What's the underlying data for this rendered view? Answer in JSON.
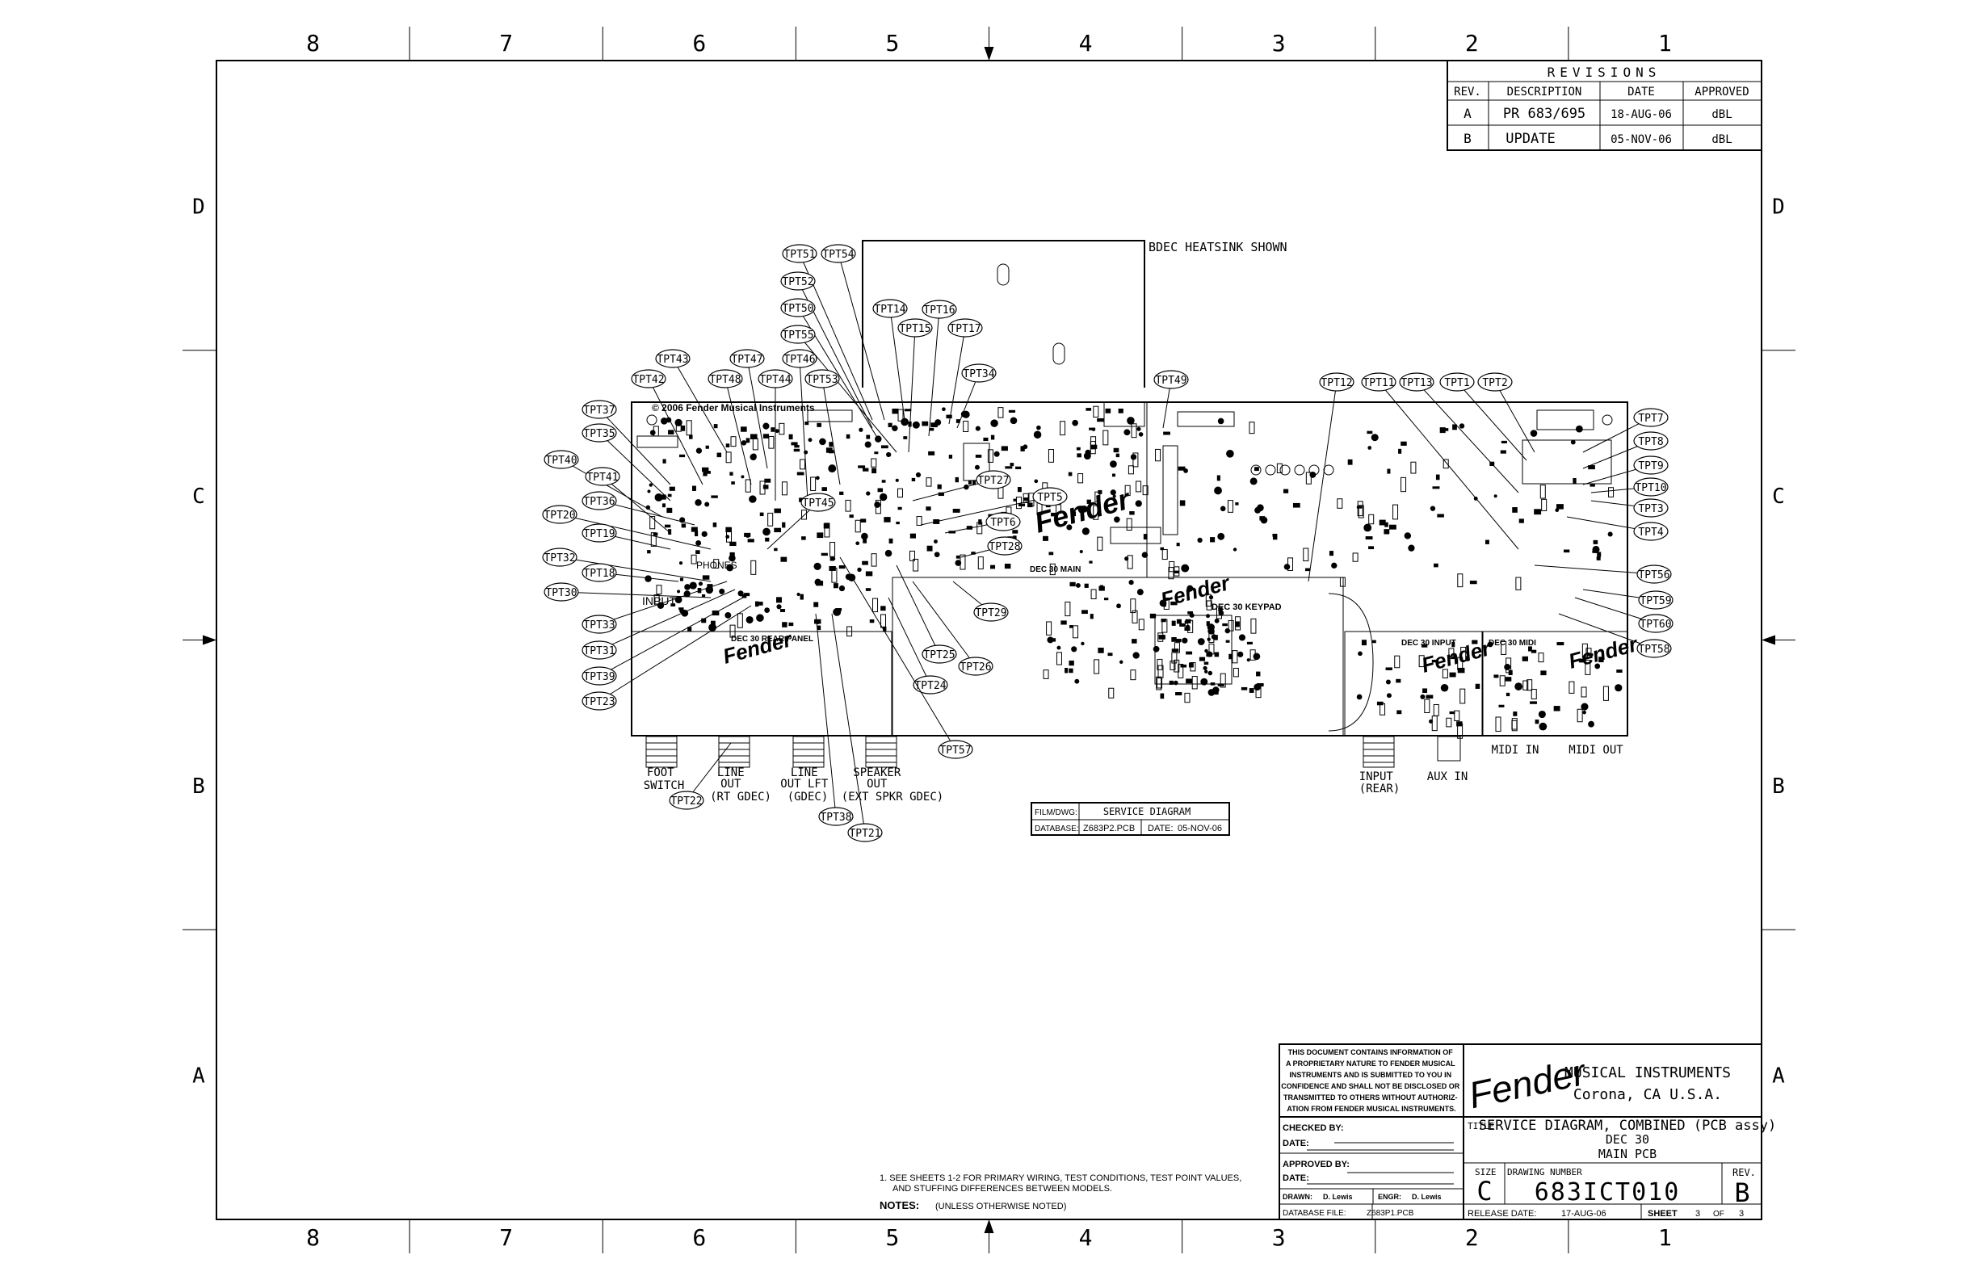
{
  "zones_columns": [
    "8",
    "7",
    "6",
    "5",
    "4",
    "3",
    "2",
    "1"
  ],
  "zones_rows": [
    "D",
    "C",
    "B",
    "A"
  ],
  "revisions": {
    "title": "REVISIONS",
    "headers": [
      "REV.",
      "DESCRIPTION",
      "DATE",
      "APPROVED"
    ],
    "rows": [
      [
        "A",
        "PR 683/695",
        "18-AUG-06",
        "dBL"
      ],
      [
        "B",
        "UPDATE",
        "05-NOV-06",
        "dBL"
      ]
    ]
  },
  "heatsink_label": "BDEC HEATSINK SHOWN",
  "copyright": "© 2006 Fender Musical Instruments",
  "board_labels": {
    "main": "DEC 30 MAIN",
    "keypad": "DEC 30 KEYPAD",
    "rear_panel": "DEC 30 REAR PANEL",
    "input_board": "DEC 30 INPUT",
    "midi_board": "DEC 30 MIDI",
    "phones": "PHONES",
    "input": "INPUT"
  },
  "logo_text": "Fender",
  "test_points": [
    "TPT51",
    "TPT54",
    "TPT52",
    "TPT50",
    "TPT55",
    "TPT14",
    "TPT16",
    "TPT15",
    "TPT17",
    "TPT34",
    "TPT43",
    "TPT42",
    "TPT47",
    "TPT48",
    "TPT44",
    "TPT46",
    "TPT53",
    "TPT49",
    "TPT12",
    "TPT11",
    "TPT13",
    "TPT1",
    "TPT2",
    "TPT37",
    "TPT35",
    "TPT40",
    "TPT41",
    "TPT36",
    "TPT20",
    "TPT19",
    "TPT32",
    "TPT18",
    "TPT30",
    "TPT33",
    "TPT31",
    "TPT39",
    "TPT23",
    "TPT45",
    "TPT27",
    "TPT5",
    "TPT6",
    "TPT28",
    "TPT29",
    "TPT25",
    "TPT26",
    "TPT24",
    "TPT57",
    "TPT22",
    "TPT38",
    "TPT21",
    "TPT7",
    "TPT8",
    "TPT9",
    "TPT10",
    "TPT3",
    "TPT4",
    "TPT56",
    "TPT59",
    "TPT60",
    "TPT58"
  ],
  "connectors": {
    "foot_switch": [
      "FOOT",
      "SWITCH"
    ],
    "line_out_rt": [
      "LINE",
      "OUT",
      "(RT GDEC)"
    ],
    "line_out_lft": [
      "LINE",
      "OUT LFT",
      "(GDEC)"
    ],
    "speaker_out": [
      "SPEAKER",
      "OUT",
      "(EXT SPKR GDEC)"
    ],
    "input_rear": [
      "INPUT",
      "(REAR)"
    ],
    "aux_in": "AUX IN",
    "midi_in": "MIDI IN",
    "midi_out": "MIDI OUT"
  },
  "film_box": {
    "film_label": "FILM/DWG:",
    "film_value": "SERVICE DIAGRAM",
    "db_label": "DATABASE:",
    "db_value": "Z683P2.PCB",
    "date_label": "DATE:",
    "date_value": "05-NOV-06"
  },
  "notes": {
    "note1_line1": "1. SEE SHEETS 1-2 FOR PRIMARY WIRING, TEST CONDITIONS, TEST POINT VALUES,",
    "note1_line2": "AND STUFFING DIFFERENCES BETWEEN MODELS.",
    "heading": "NOTES:",
    "sub": "(UNLESS OTHERWISE NOTED)"
  },
  "title_block": {
    "proprietary": [
      "THIS DOCUMENT CONTAINS INFORMATION OF",
      "A PROPRIETARY NATURE TO FENDER MUSICAL",
      "INSTRUMENTS AND IS SUBMITTED TO YOU IN",
      "CONFIDENCE AND SHALL NOT BE DISCLOSED OR",
      "TRANSMITTED TO OTHERS WITHOUT AUTHORIZ-",
      "ATION FROM FENDER MUSICAL INSTRUMENTS."
    ],
    "company": "MUSICAL INSTRUMENTS",
    "location": "Corona, CA  U.S.A.",
    "checked_by": "CHECKED BY:",
    "date1": "DATE:",
    "approved_by": "APPROVED BY:",
    "date2": "DATE:",
    "drawn_label": "DRAWN:",
    "drawn_value": "D. Lewis",
    "engr_label": "ENGR:",
    "engr_value": "D. Lewis",
    "dbfile_label": "DATABASE FILE:",
    "dbfile_value": "Z683P1.PCB",
    "title_label": "TITLE:",
    "title_line1": "SERVICE DIAGRAM, COMBINED (PCB assy)",
    "title_line2": "DEC 30",
    "title_line3": "MAIN PCB",
    "size_label": "SIZE",
    "size_value": "C",
    "drawing_number_label": "DRAWING NUMBER",
    "drawing_number": "683ICT010",
    "rev_label": "REV.",
    "rev_value": "B",
    "release_label": "RELEASE DATE:",
    "release_value": "17-AUG-06",
    "sheet_label": "SHEET",
    "sheet_value": "3",
    "of_label": "OF",
    "of_value": "3"
  }
}
